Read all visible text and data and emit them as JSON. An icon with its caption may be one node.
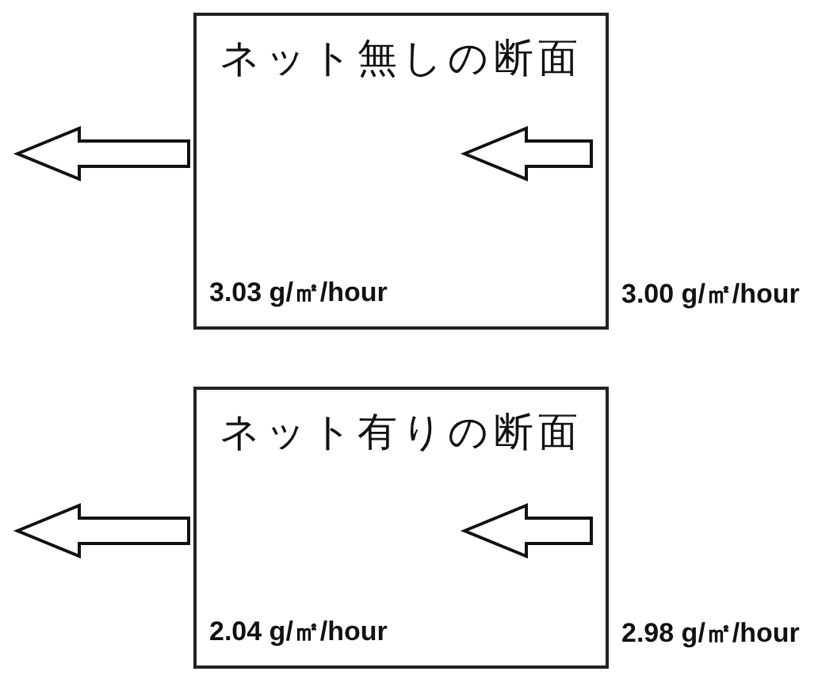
{
  "diagram": {
    "nodes": [
      {
        "text": [
          "ネット無しの断面",
          "3.03 g/㎡/hour"
        ],
        "beside": [
          "3.00 g/㎡/hour"
        ]
      },
      {
        "text": [
          "ネット有りの断面",
          "2.04 g/㎡/hour"
        ],
        "beside": [
          "2.98 g/㎡/hour"
        ]
      }
    ]
  }
}
